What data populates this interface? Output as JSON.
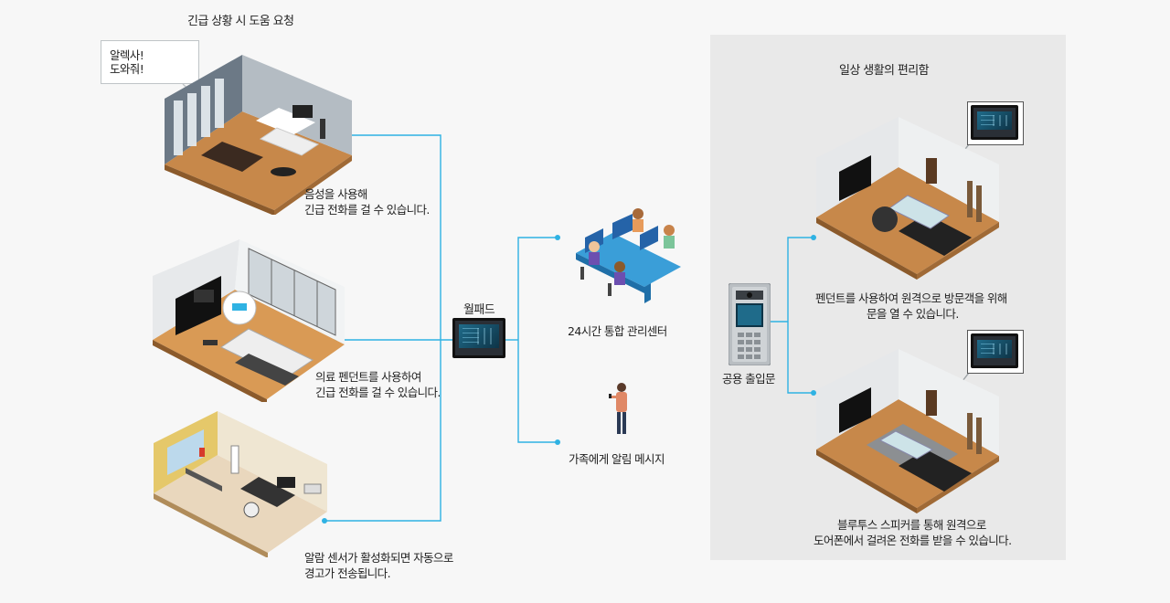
{
  "left": {
    "title": "긴급 상황 시 도움 요청",
    "bubble_line1": "알렉사!",
    "bubble_line2": "도와줘!",
    "room1": {
      "line1": "음성을 사용해",
      "line2": "긴급 전화를 걸 수 있습니다."
    },
    "room2": {
      "line1": "의료 펜던트를 사용하여",
      "line2": "긴급 전화를 걸 수 있습니다."
    },
    "room3": {
      "line1": "알람 센서가 활성화되면 자동으로",
      "line2": "경고가 전송됩니다."
    }
  },
  "center": {
    "wallpad_label": "월패드",
    "management_label": "24시간 통합 관리센터",
    "family_label": "가족에게 알림 메시지"
  },
  "right": {
    "title": "일상 생활의 편리함",
    "entrance_label": "공용 출입문",
    "room1": {
      "line1": "펜던트를 사용하여 원격으로 방문객을 위해",
      "line2": "문을 열 수 있습니다."
    },
    "room2": {
      "line1": "블루투스 스피커를 통해 원격으로",
      "line2": "도어폰에서 걸려온 전화를 받을 수 있습니다."
    }
  },
  "colors": {
    "connector": "#2fb2e3",
    "panel_bg": "#e9e9e9",
    "floor": "#c7884a",
    "wall": "#d9dde0"
  },
  "icons": [
    "speech-bubble",
    "wallpad-monitor",
    "call-center-workers",
    "person-with-phone",
    "door-intercom",
    "isometric-room"
  ]
}
